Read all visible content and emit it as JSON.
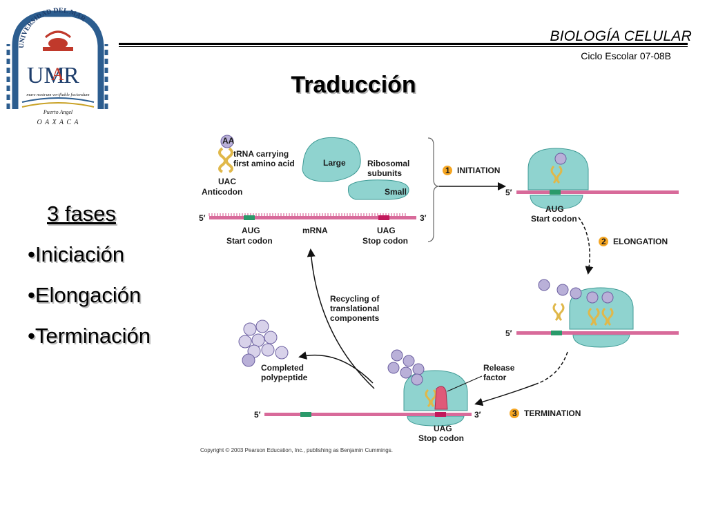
{
  "header": {
    "course": "BIOLOGÍA CELULAR",
    "cycle": "Ciclo Escolar 07-08B",
    "logo": {
      "arc_text": "UNIVERSIDAD DEL MAR",
      "initials": "UMAR",
      "motto": "mare nostrum verifiable fociendum",
      "campus": "Puerto Angel",
      "state": "O A X A C A"
    }
  },
  "title": "Traducción",
  "phases": {
    "heading": "3 fases",
    "items": [
      "•Iniciación",
      "•Elongación",
      "•Terminación"
    ]
  },
  "diagram": {
    "trna_label_1": "tRNA carrying",
    "trna_label_2": "first amino acid",
    "aa1": "AA",
    "anticodon_seq": "UAC",
    "anticodon": "Anticodon",
    "large": "Large",
    "ribosomal_1": "Ribosomal",
    "ribosomal_2": "subunits",
    "small": "Small",
    "five_prime": "5′",
    "three_prime": "3′",
    "start_seq": "AUG",
    "start_codon": "Start codon",
    "mrna": "mRNA",
    "stop_seq": "UAG",
    "stop_codon": "Stop codon",
    "step1_num": "1",
    "step1": "INITIATION",
    "step2_num": "2",
    "step2": "ELONGATION",
    "step3_num": "3",
    "step3": "TERMINATION",
    "recycling_1": "Recycling of",
    "recycling_2": "translational",
    "recycling_3": "components",
    "completed_1": "Completed",
    "completed_2": "polypeptide",
    "release_1": "Release",
    "release_2": "factor",
    "copyright": "Copyright © 2003 Pearson Education, Inc., publishing as Benjamin Cummings.",
    "colors": {
      "ribosome": "#8fd3cf",
      "mrna": "#d86a9a",
      "start": "#2a9a6a",
      "stop": "#c2185b",
      "trna": "#f1d77a",
      "amino": "#b9b0d8",
      "step": "#f5a623"
    }
  }
}
